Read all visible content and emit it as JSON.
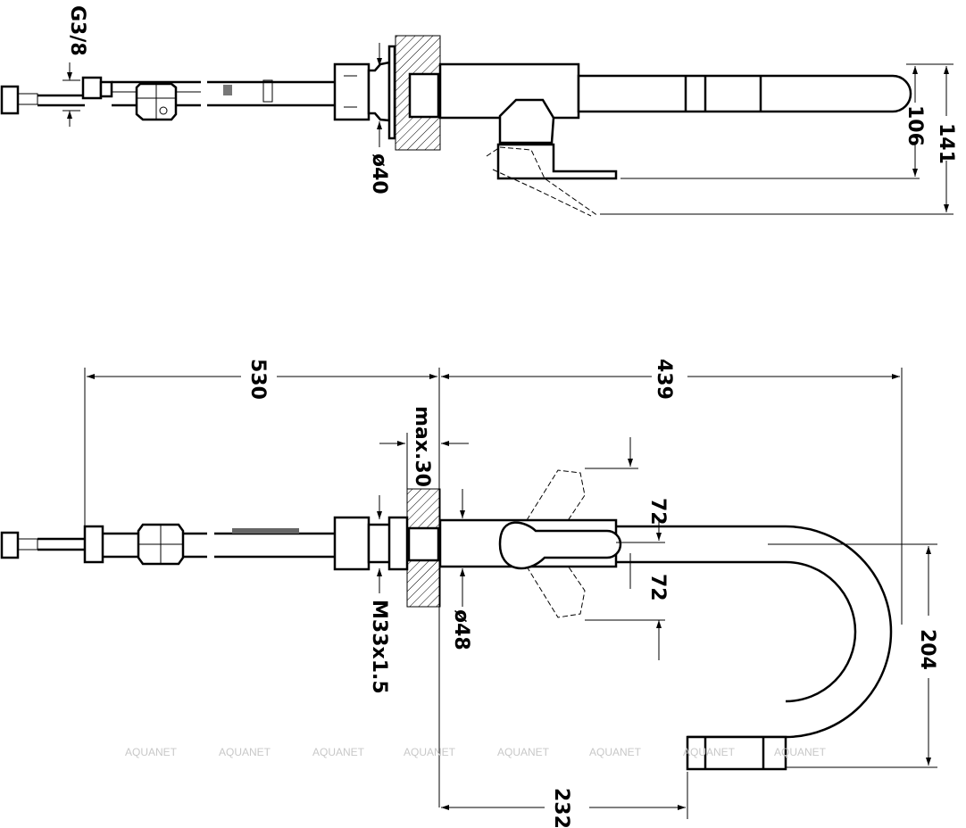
{
  "title": "Kitchen faucet dimension drawing",
  "top_view": {
    "thread_label": "G3/8",
    "mount_diameter": "ø40",
    "height_dim_1": "106",
    "height_dim_2": "141"
  },
  "front_view": {
    "hose_length": "530",
    "spout_reach": "439",
    "max_counter_thickness": "max.30",
    "lever_angle_up": "72",
    "lever_angle_down": "72",
    "base_diameter": "ø48",
    "mount_thread": "M33x1.5",
    "spout_height": "204",
    "spout_outlet_reach": "232"
  },
  "watermark": "AQUANET"
}
